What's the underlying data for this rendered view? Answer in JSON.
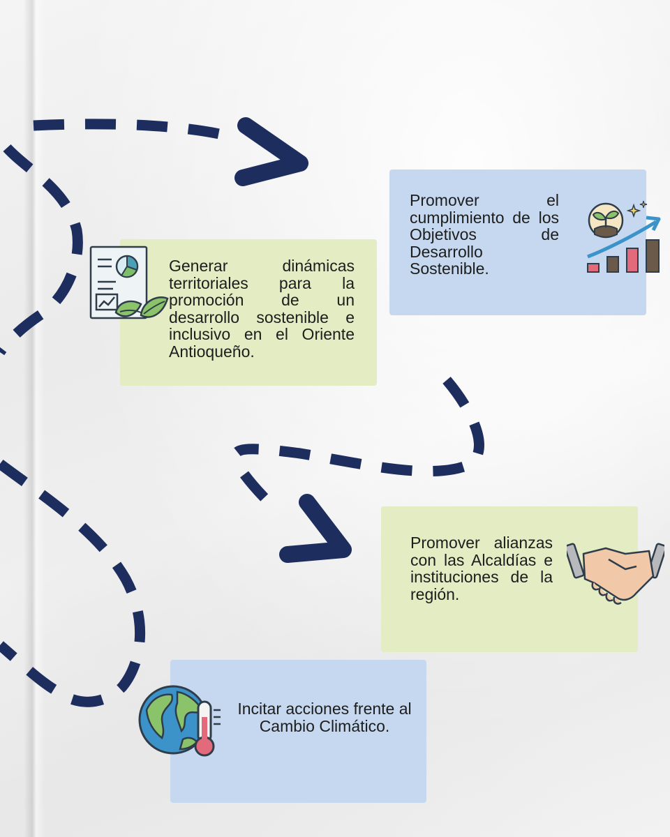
{
  "colors": {
    "path": "#1d2e5e",
    "card_green": "#e3ecc3",
    "card_blue": "#c5d8ef",
    "text": "#1d1d1d"
  },
  "cards": [
    {
      "id": "dinamicas",
      "text": "Generar dinámicas territoriales para la promoción de un desarrollo sostenible e inclusivo en el Oriente Antioqueño.",
      "icon": "report-leaves-icon"
    },
    {
      "id": "ods",
      "text": "Promover el cumplimiento de los Objetivos de Desarrollo Sostenible.",
      "icon": "growth-chart-sprout-icon"
    },
    {
      "id": "alianzas",
      "text": "Promover alianzas con las Alcaldías e instituciones de la región.",
      "icon": "handshake-icon"
    },
    {
      "id": "clima",
      "text": "Incitar acciones frente al Cambio Climático.",
      "icon": "globe-thermometer-icon"
    }
  ]
}
